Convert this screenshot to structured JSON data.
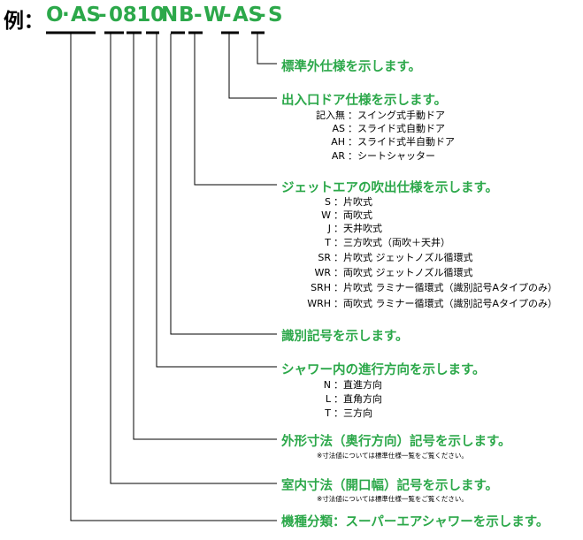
{
  "code": {
    "prefix": "例：",
    "segments": [
      "O",
      "·",
      "AS",
      "-",
      "0810",
      "N",
      "B",
      "-",
      "W",
      "-",
      "AS",
      "-",
      "S"
    ]
  },
  "callouts": [
    {
      "id": "std",
      "heading": "標準外仕様を示します。"
    },
    {
      "id": "door",
      "heading": "出入口ドア仕様を示します。",
      "items": [
        {
          "key": "記入無",
          "value": "スイング式手動ドア"
        },
        {
          "key": "AS",
          "value": "スライド式自動ドア"
        },
        {
          "key": "AH",
          "value": "スライド式半自動ドア"
        },
        {
          "key": "AR",
          "value": "シートシャッター"
        }
      ]
    },
    {
      "id": "jet",
      "heading": "ジェットエアの吹出仕様を示します。",
      "items": [
        {
          "key": "S",
          "value": "片吹式"
        },
        {
          "key": "W",
          "value": "両吹式"
        },
        {
          "key": "J",
          "value": "天井吹式"
        },
        {
          "key": "T",
          "value": "三方吹式（両吹＋天井）"
        },
        {
          "key": "SR",
          "value": "片吹式 ジェットノズル循環式"
        },
        {
          "key": "WR",
          "value": "両吹式 ジェットノズル循環式"
        },
        {
          "key": "SRH",
          "value": "片吹式 ラミナー循環式（識別記号Aタイプのみ）"
        },
        {
          "key": "WRH",
          "value": "両吹式 ラミナー循環式（識別記号Aタイプのみ）"
        }
      ]
    },
    {
      "id": "ident",
      "heading": "識別記号を示します。"
    },
    {
      "id": "dir",
      "heading": "シャワー内の進行方向を示します。",
      "items": [
        {
          "key": "N",
          "value": "直進方向"
        },
        {
          "key": "L",
          "value": "直角方向"
        },
        {
          "key": "T",
          "value": "三方向"
        }
      ]
    },
    {
      "id": "outer",
      "heading": "外形寸法（奥行方向）記号を示します。",
      "note": "※寸法値については標準仕様一覧をご覧ください。"
    },
    {
      "id": "inner",
      "heading": "室内寸法（開口幅）記号を示します。",
      "note": "※寸法値については標準仕様一覧をご覧ください。"
    },
    {
      "id": "type",
      "heading": "機種分類：スーパーエアシャワーを示します。"
    }
  ],
  "colors": {
    "accent": "#2ca84a",
    "text": "#000000",
    "line": "#000000"
  }
}
